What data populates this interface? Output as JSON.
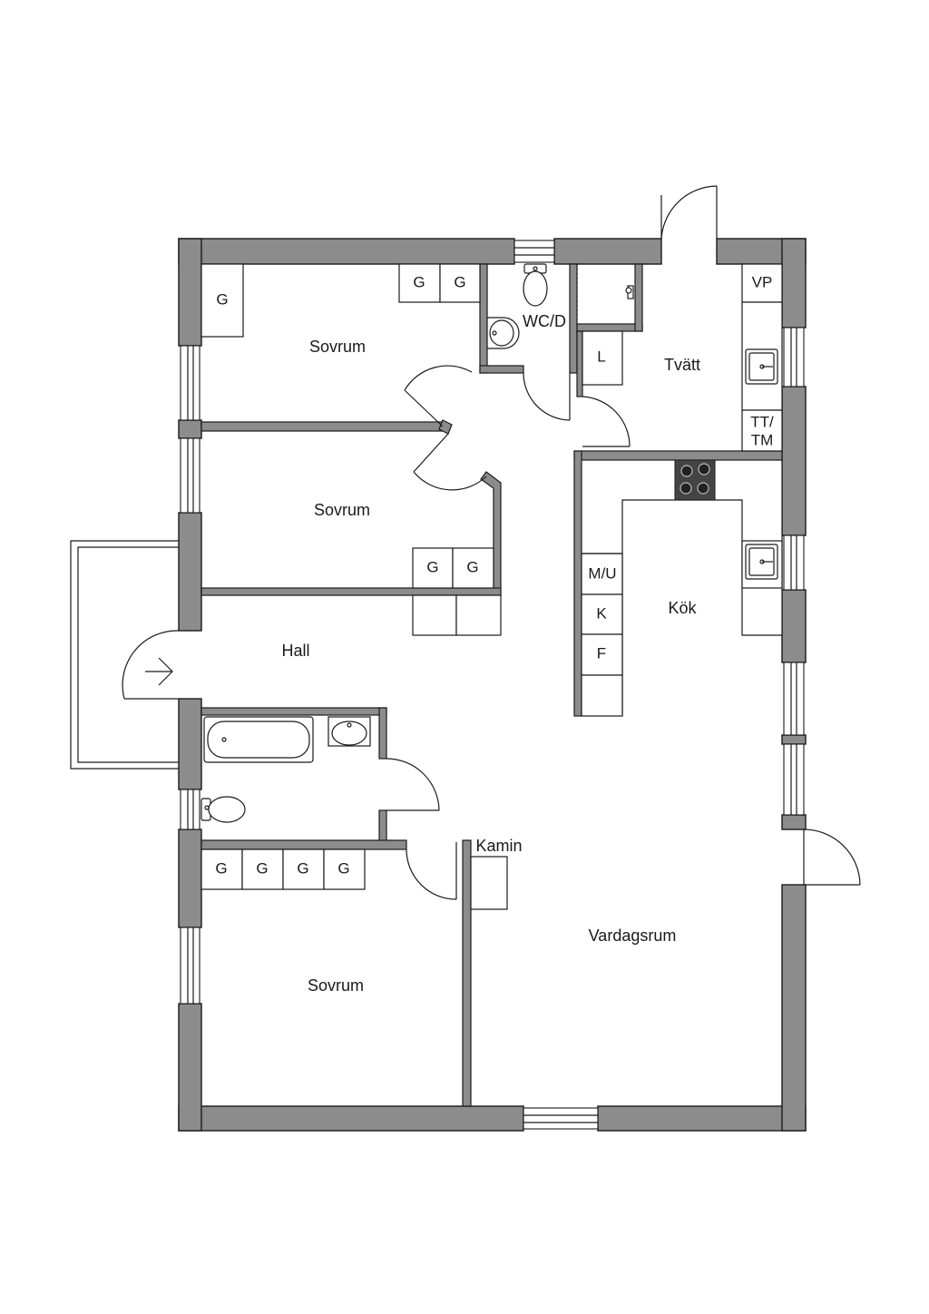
{
  "rooms": {
    "sovrum_top": "Sovrum",
    "sovrum_mid": "Sovrum",
    "sovrum_bottom": "Sovrum",
    "wc": "WC/D",
    "tvatt": "Tvätt",
    "hall": "Hall",
    "kok": "Kök",
    "vardagsrum": "Vardagsrum",
    "kamin": "Kamin"
  },
  "fixtures": {
    "garderob": "G",
    "linne": "L",
    "varmepump": "VP",
    "tt_line1": "TT/",
    "tt_line2": "TM",
    "mikro_ugn": "M/U",
    "kyl": "K",
    "frys": "F"
  },
  "colors": {
    "wall": "#8c8c8c",
    "line": "#1a1a1a",
    "background": "#ffffff"
  }
}
